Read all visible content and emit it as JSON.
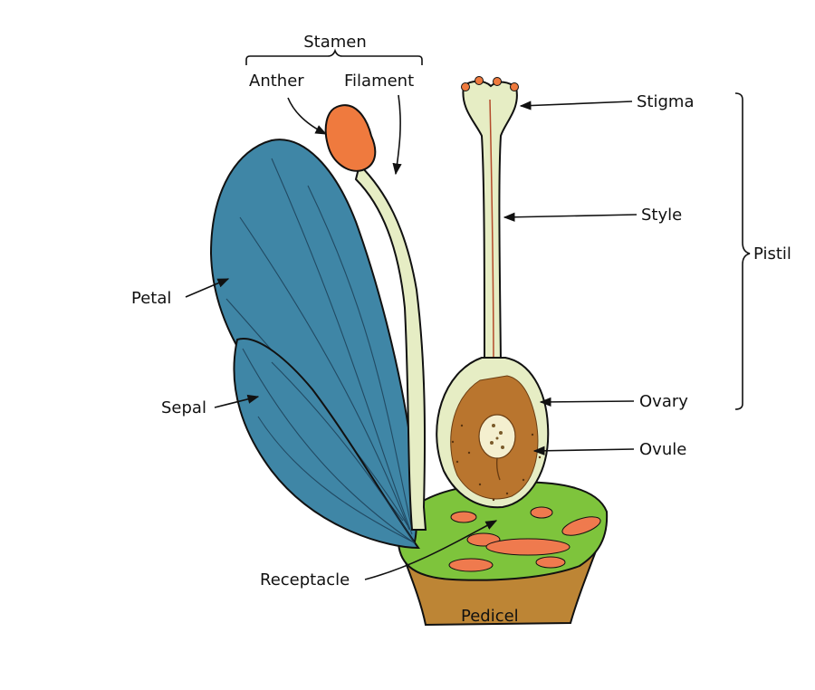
{
  "labels": {
    "stamen": "Stamen",
    "anther": "Anther",
    "filament": "Filament",
    "stigma": "Stigma",
    "style": "Style",
    "pistil": "Pistil",
    "petal": "Petal",
    "sepal": "Sepal",
    "ovary": "Ovary",
    "ovule": "Ovule",
    "receptacle": "Receptacle",
    "pedicel": "Pedicel"
  },
  "colors": {
    "petal_blue": "#3f86a6",
    "filament_cream": "#e6edc4",
    "anther_orange": "#ef7a3e",
    "ovary_brown": "#b9752e",
    "receptacle_green": "#7ec43c",
    "pedicel_brown": "#bd8535",
    "receptacle_spots": "#ef7a4e"
  }
}
